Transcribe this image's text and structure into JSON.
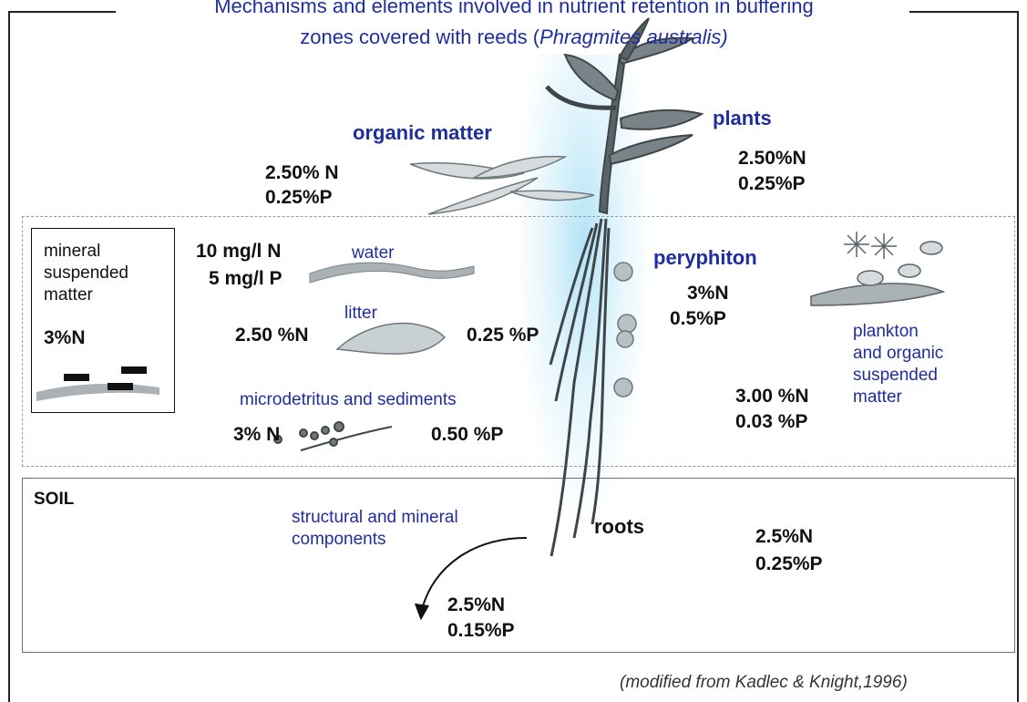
{
  "title": {
    "line1": "Mechanisms and elements involved in nutrient retention in buffering",
    "line2_prefix": "zones covered with reeds  (",
    "line2_italic": "Phragmites australis)"
  },
  "organic_matter": {
    "label": "organic matter",
    "n": "2.50% N",
    "p": "0.25%P"
  },
  "plants": {
    "label": "plants",
    "n": "2.50%N",
    "p": "0.25%P"
  },
  "mineral_suspended": {
    "line1": "mineral",
    "line2": "suspended",
    "line3": "matter",
    "n": "3%N"
  },
  "water": {
    "label": "water",
    "n": "10 mg/l N",
    "p": "5 mg/l P"
  },
  "litter": {
    "label": "litter",
    "n": "2.50 %N",
    "p": "0.25 %P"
  },
  "microdetritus": {
    "label": "microdetritus and sediments",
    "n": "3% N",
    "p": "0.50 %P"
  },
  "peryphiton": {
    "label": "peryphiton",
    "n": "3%N",
    "p": "0.5%P"
  },
  "plankton": {
    "line1": "plankton",
    "line2": "and organic",
    "line3": "suspended",
    "line4": "matter",
    "n": "3.00 %N",
    "p": "0.03 %P"
  },
  "soil": {
    "label": "SOIL",
    "structural_line1": "structural and mineral",
    "structural_line2": "components",
    "roots_label": "roots",
    "roots_n": "2.5%N",
    "roots_p": "0.25%P",
    "structural_n": "2.5%N",
    "structural_p": "0.15%P"
  },
  "credit": "(modified from Kadlec & Knight,1996)",
  "colors": {
    "label_blue": "#1f2e9e",
    "plant_fill": "#5a6468",
    "litter_fill": "#c9d0d3",
    "water_fill": "#aab2b6",
    "glow": "#8fd3f0"
  }
}
